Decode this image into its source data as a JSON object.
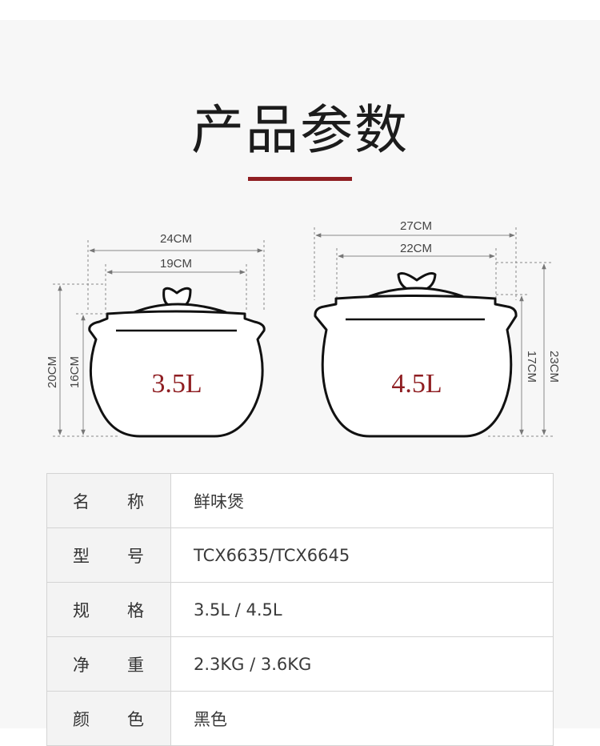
{
  "title": "产品参数",
  "pots": [
    {
      "capacity": "3.5L",
      "outer_width": "24CM",
      "inner_width": "19CM",
      "total_height": "20CM",
      "body_height": "16CM"
    },
    {
      "capacity": "4.5L",
      "outer_width": "27CM",
      "inner_width": "22CM",
      "total_height": "23CM",
      "body_height": "17CM"
    }
  ],
  "specs": [
    {
      "label_a": "名",
      "label_b": "称",
      "value": "鲜味煲"
    },
    {
      "label_a": "型",
      "label_b": "号",
      "value": "TCX6635/TCX6645"
    },
    {
      "label_a": "规",
      "label_b": "格",
      "value": "3.5L / 4.5L"
    },
    {
      "label_a": "净",
      "label_b": "重",
      "value": "2.3KG / 3.6KG"
    },
    {
      "label_a": "颜",
      "label_b": "色",
      "value": "黑色"
    }
  ],
  "colors": {
    "accent": "#8f1e22",
    "text": "#333333",
    "background": "#f7f7f7"
  }
}
